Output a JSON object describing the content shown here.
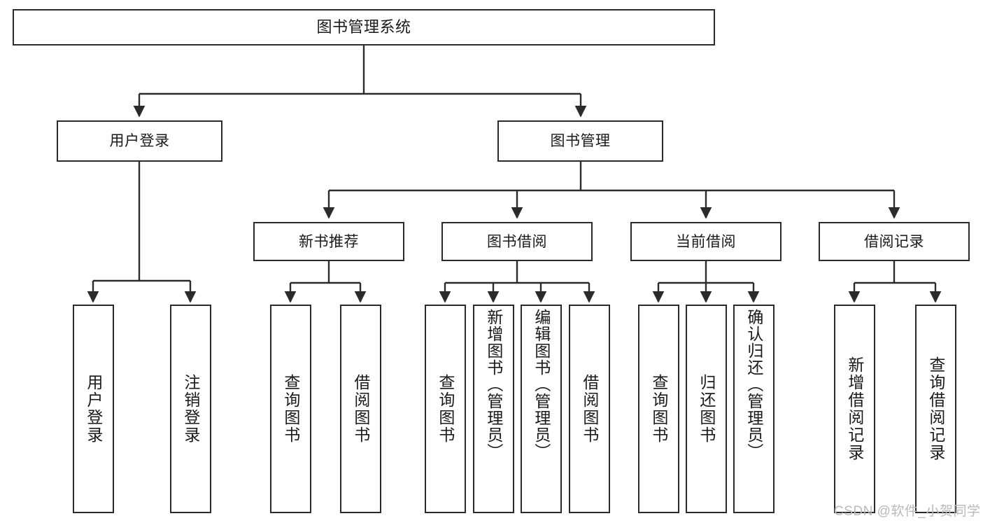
{
  "diagram": {
    "title": "图书管理系统",
    "type": "tree",
    "colors": {
      "stroke": "#2b2b2b",
      "fill": "#ffffff",
      "text": "#1a1a1a",
      "watermark": "#b9b9b9"
    },
    "levels": {
      "root": {
        "label": "图书管理系统"
      },
      "level2": [
        {
          "id": "user-login",
          "label": "用户登录"
        },
        {
          "id": "book-manage",
          "label": "图书管理"
        }
      ],
      "level3": [
        {
          "id": "new-book-recommend",
          "label": "新书推荐"
        },
        {
          "id": "book-borrow",
          "label": "图书借阅"
        },
        {
          "id": "current-borrow",
          "label": "当前借阅"
        },
        {
          "id": "borrow-record",
          "label": "借阅记录"
        }
      ],
      "leaves": [
        {
          "id": "leaf-user-login",
          "label": "用户登录",
          "parent": "user-login"
        },
        {
          "id": "leaf-user-logout",
          "label": "注销登录",
          "parent": "user-login"
        },
        {
          "id": "leaf-query-book-1",
          "label": "查询图书",
          "parent": "new-book-recommend"
        },
        {
          "id": "leaf-borrow-book-1",
          "label": "借阅图书",
          "parent": "new-book-recommend"
        },
        {
          "id": "leaf-query-book-2",
          "label": "查询图书",
          "parent": "book-borrow"
        },
        {
          "id": "leaf-add-book",
          "label": "新增图书（管理员）",
          "parent": "book-borrow"
        },
        {
          "id": "leaf-edit-book",
          "label": "编辑图书（管理员）",
          "parent": "book-borrow"
        },
        {
          "id": "leaf-borrow-book-2",
          "label": "借阅图书",
          "parent": "book-borrow"
        },
        {
          "id": "leaf-query-book-3",
          "label": "查询图书",
          "parent": "current-borrow"
        },
        {
          "id": "leaf-return-book",
          "label": "归还图书",
          "parent": "current-borrow"
        },
        {
          "id": "leaf-confirm-return",
          "label": "确认归还（管理员）",
          "parent": "current-borrow"
        },
        {
          "id": "leaf-add-record",
          "label": "新增借阅记录",
          "parent": "borrow-record"
        },
        {
          "id": "leaf-query-record",
          "label": "查询借阅记录",
          "parent": "borrow-record"
        }
      ]
    }
  },
  "watermark": {
    "text": "CSDN @软件_小贺同学"
  }
}
